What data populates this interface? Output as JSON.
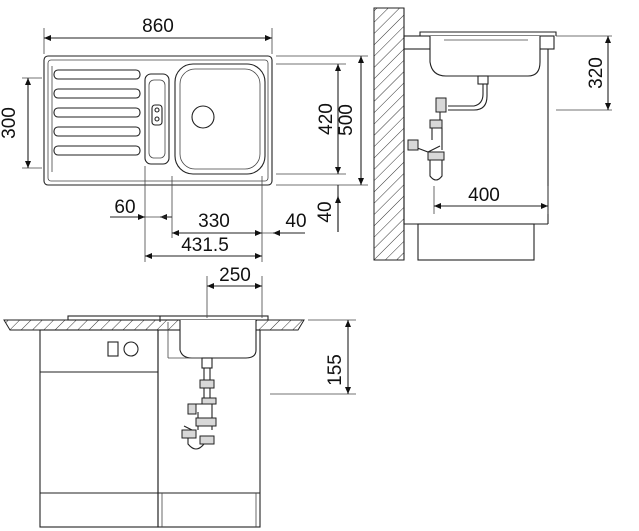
{
  "dimensions": {
    "top_width": "860",
    "left_height": "300",
    "height_420": "420",
    "height_500": "500",
    "bottom_60": "60",
    "bottom_330": "330",
    "bottom_40_h": "40",
    "bottom_40_v": "40",
    "bottom_431": "431.5",
    "side_320": "320",
    "side_400": "400",
    "front_250": "250",
    "front_155": "155"
  }
}
